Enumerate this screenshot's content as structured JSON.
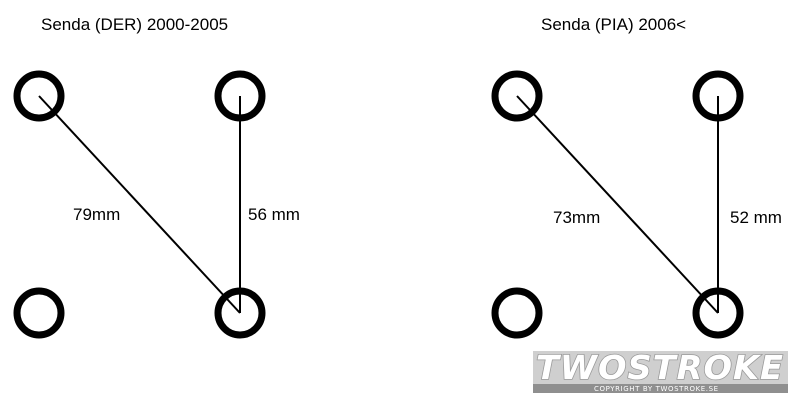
{
  "colors": {
    "background": "#ffffff",
    "ink": "#000000",
    "watermark_fill": "#ffffff",
    "watermark_outline": "#9a9a9a",
    "watermark_bar": "#8f8f8f"
  },
  "diagrams": [
    {
      "title": "Senda (DER) 2000-2005",
      "diagonal_label": "79mm",
      "vertical_label": "56 mm"
    },
    {
      "title": "Senda (PIA) 2006<",
      "diagonal_label": "73mm",
      "vertical_label": "52 mm"
    }
  ],
  "watermark": {
    "logo_text": "TWOSTROKE",
    "copyright": "COPYRIGHT BY TWOSTROKE.SE"
  }
}
